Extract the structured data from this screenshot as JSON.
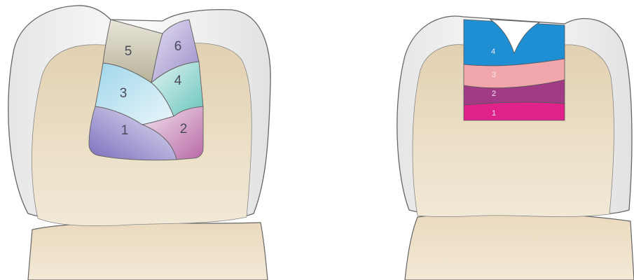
{
  "left_diagram": {
    "segments": [
      {
        "label": "1",
        "color": "#8a7fc4"
      },
      {
        "label": "2",
        "color": "#c98bb8"
      },
      {
        "label": "3",
        "color": "#a8dcec"
      },
      {
        "label": "4",
        "color": "#7fcfc8"
      },
      {
        "label": "5",
        "color": "#c7c2ab"
      },
      {
        "label": "6",
        "color": "#b4a8d6"
      }
    ]
  },
  "right_diagram": {
    "layers": [
      {
        "label": "1",
        "color": "#e0238a"
      },
      {
        "label": "2",
        "color": "#a23b86"
      },
      {
        "label": "3",
        "color": "#f0a6aa"
      },
      {
        "label": "4",
        "color": "#1f8fd4"
      }
    ]
  },
  "colors": {
    "dentin": "#e6d7bc",
    "enamel": "#f5f5f5",
    "outline": "#555555"
  }
}
